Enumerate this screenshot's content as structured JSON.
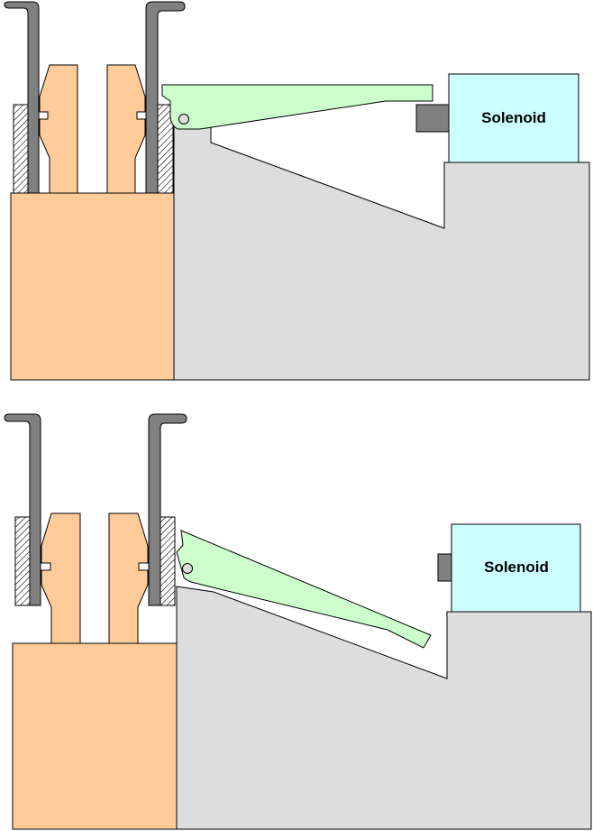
{
  "panels": [
    {
      "state": "latched",
      "solenoid_label": "Solenoid"
    },
    {
      "state": "released",
      "solenoid_label": "Solenoid"
    }
  ],
  "colors": {
    "block": "#ffcc99",
    "body": "#dddddd",
    "lever": "#ccffcc",
    "solenoid": "#ccffff",
    "plunger": "#808080",
    "rod": "#808080",
    "outline": "#000000"
  },
  "icons": [
    "pivot-pin-icon",
    "hatched-guide-icon"
  ]
}
